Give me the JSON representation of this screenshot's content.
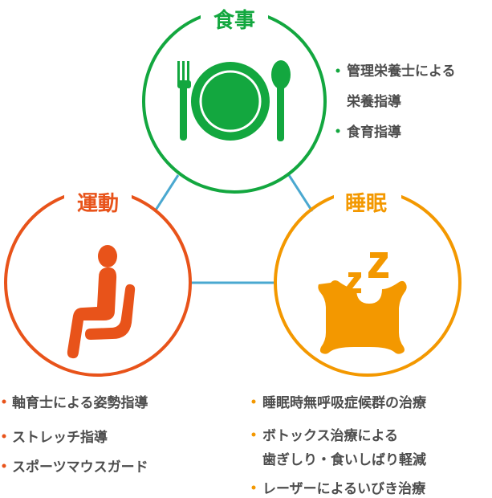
{
  "colors": {
    "meal": "#13a73f",
    "exercise": "#e8531a",
    "sleep": "#f39800",
    "connector": "#4aa8d0",
    "text": "#4d4d4d"
  },
  "meal": {
    "title": "食事",
    "icon": "plate-fork-spoon-icon",
    "items": [
      "管理栄養士による",
      "栄養指導",
      "食育指導"
    ]
  },
  "exercise": {
    "title": "運動",
    "icon": "seated-person-icon",
    "items": [
      "軸育士による姿勢指導",
      "ストレッチ指導",
      "スポーツマウスガード"
    ]
  },
  "sleep": {
    "title": "睡眠",
    "icon": "pillow-zzz-icon",
    "items": [
      "睡眠時無呼吸症候群の治療",
      "ボトックス治療による",
      "歯ぎしり・食いしばり軽減",
      "レーザーによるいびき治療"
    ]
  }
}
